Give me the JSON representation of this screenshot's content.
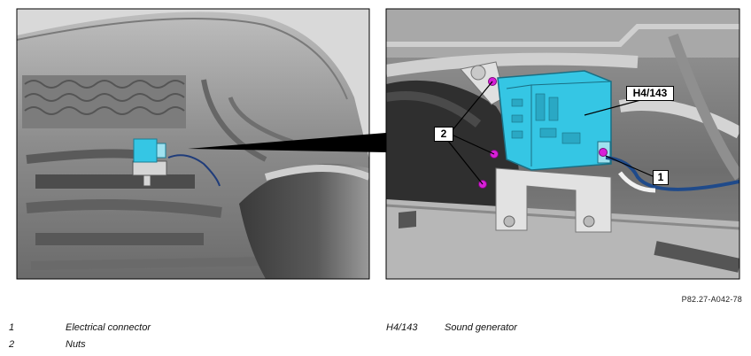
{
  "callouts": {
    "h4": "H4/143",
    "two": "2",
    "one": "1"
  },
  "reference": "P82.27-A042-78",
  "legend": [
    {
      "code": "1",
      "text": "Electrical connector"
    },
    {
      "code": "2",
      "text": "Nuts"
    },
    {
      "code": "H4/143",
      "text": "Sound generator"
    }
  ],
  "colors": {
    "component": "#35c6e4",
    "nut": "#d81fd8"
  }
}
